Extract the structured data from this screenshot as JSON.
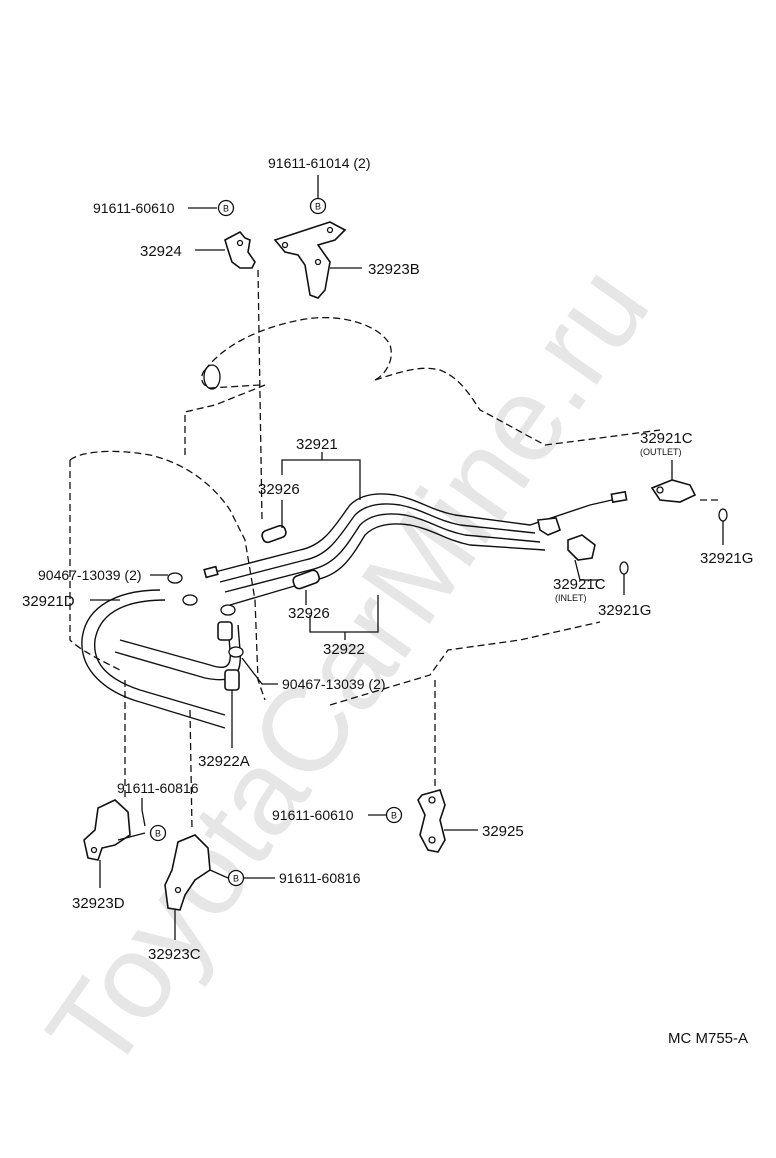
{
  "watermark": "ToyotaCarMine.ru",
  "footer_code": "MC M755-A",
  "bolt_symbol": "B",
  "parts": {
    "p_91611_61014": "91611-61014 (2)",
    "p_91611_60610_top": "91611-60610",
    "p_32924": "32924",
    "p_32923B": "32923B",
    "p_32921": "32921",
    "p_32926_top": "32926",
    "p_32921C_outlet": "32921C",
    "outlet_note": "(OUTLET)",
    "p_32921G_right": "32921G",
    "p_90467_13039_left": "90467-13039 (2)",
    "p_32921D": "32921D",
    "p_32921C_inlet": "32921C",
    "inlet_note": "(INLET)",
    "p_32921G_mid": "32921G",
    "p_32926_bottom": "32926",
    "p_32922": "32922",
    "p_90467_13039_right": "90467-13039 (2)",
    "p_32922A": "32922A",
    "p_91611_60816_left": "91611-60816",
    "p_91611_60610_bottom": "91611-60610",
    "p_32925": "32925",
    "p_91611_60816_right": "91611-60816",
    "p_32923D": "32923D",
    "p_32923C": "32923C"
  }
}
